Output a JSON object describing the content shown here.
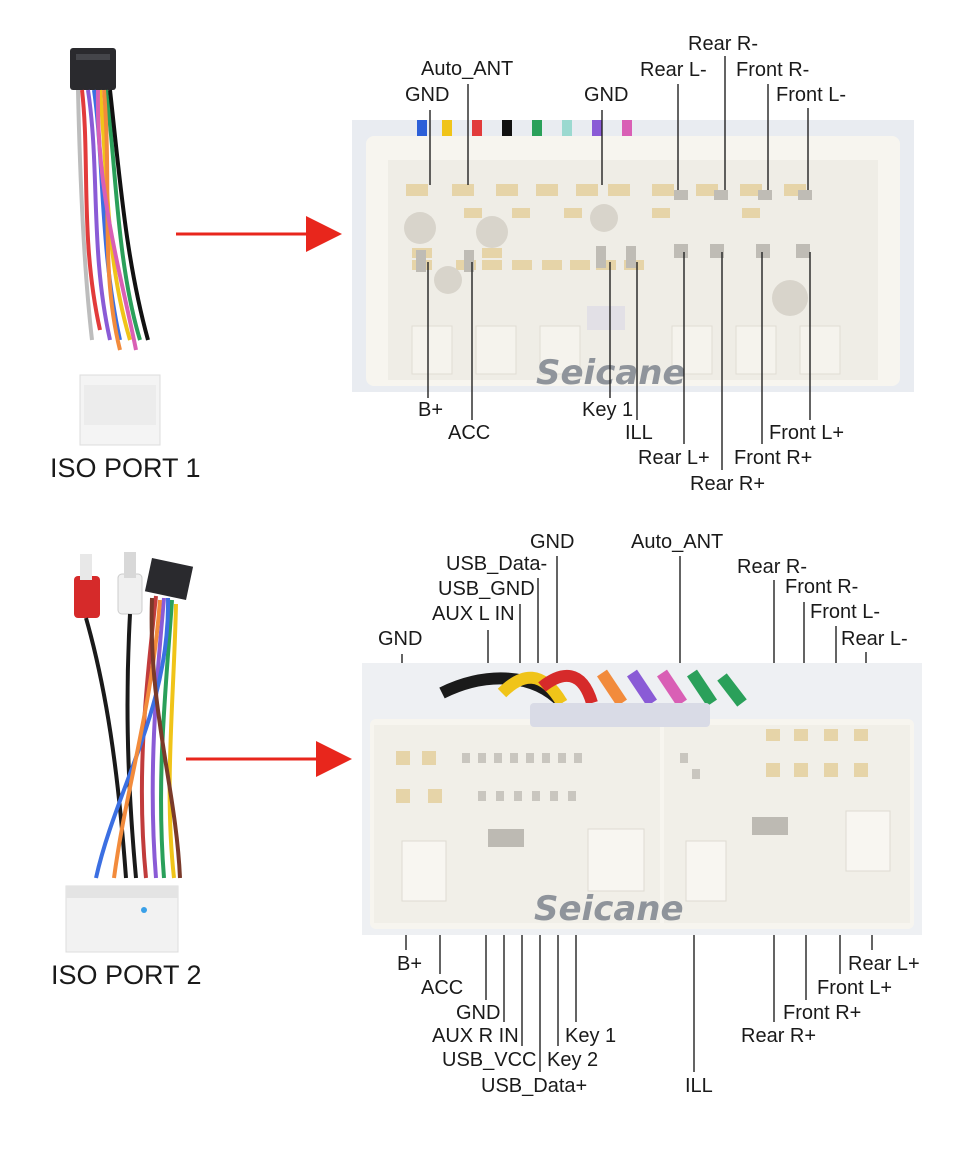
{
  "ports": [
    {
      "title": "ISO PORT 1",
      "top_labels": {
        "gnd_a": "GND",
        "auto_ant": "Auto_ANT",
        "gnd_b": "GND",
        "rear_r_minus": "Rear R-",
        "rear_l_minus": "Rear L-",
        "front_r_minus": "Front R-",
        "front_l_minus": "Front L-"
      },
      "bottom_labels": {
        "b_plus": "B+",
        "acc": "ACC",
        "key1": "Key 1",
        "ill": "ILL",
        "front_l_plus": "Front L+",
        "rear_l_plus": "Rear L+",
        "front_r_plus": "Front R+",
        "rear_r_plus": "Rear R+"
      },
      "watermark": "Seicane"
    },
    {
      "title": "ISO PORT 2",
      "top_labels": {
        "gnd_top": "GND",
        "auto_ant": "Auto_ANT",
        "usb_data_minus": "USB_Data-",
        "usb_gnd": "USB_GND",
        "aux_l_in": "AUX L IN",
        "gnd_left": "GND",
        "rear_r_minus": "Rear R-",
        "front_r_minus": "Front R-",
        "front_l_minus": "Front L-",
        "rear_l_minus": "Rear L-"
      },
      "bottom_labels": {
        "b_plus": "B+",
        "acc": "ACC",
        "gnd": "GND",
        "aux_r_in": "AUX R IN",
        "key1": "Key 1",
        "usb_vcc": "USB_VCC",
        "key2": "Key 2",
        "usb_data_plus": "USB_Data+",
        "ill": "ILL",
        "rear_l_plus": "Rear L+",
        "front_l_plus": "Front L+",
        "front_r_plus": "Front R+",
        "rear_r_plus": "Rear R+"
      },
      "watermark": "Seicane"
    }
  ],
  "colors": {
    "arrow": "#e8261c",
    "connector_bg": "#eef0f3",
    "connector_body": "#f6f4ee",
    "leader_line": "#222222"
  }
}
